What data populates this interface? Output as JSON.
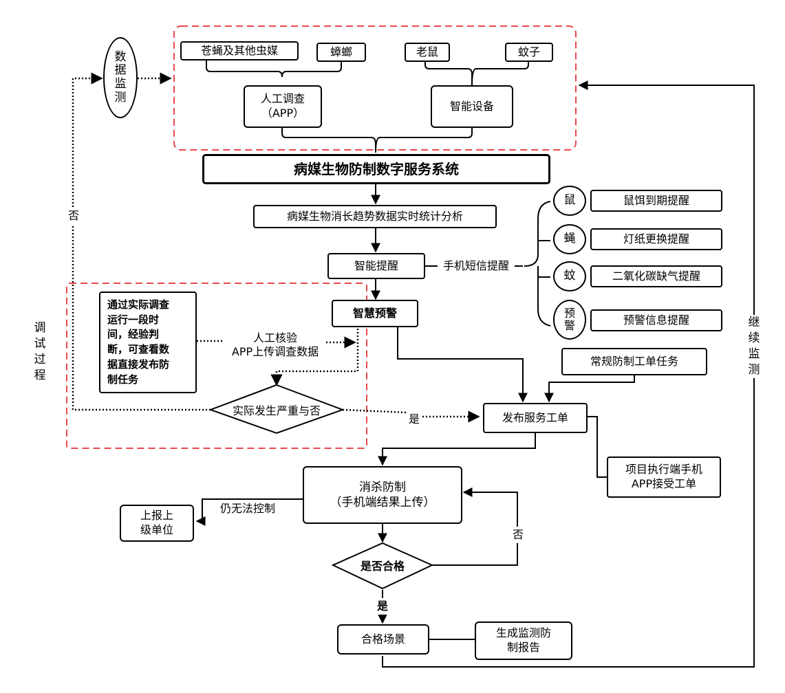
{
  "inputs": {
    "flies": "苍蝇及其他虫媒",
    "cockroach": "蟑螂",
    "rats": "老鼠",
    "mosquito": "蚊子",
    "manual_survey": "人工调查\n（APP）",
    "smart_device": "智能设备"
  },
  "data_monitoring": "数\n据\n监\n测",
  "system_title": "病媒生物防制数字服务系统",
  "stats_analysis": "病媒生物消长趋势数据实时统计分析",
  "smart_reminder": "智能提醒",
  "sms_reminder": "手机短信提醒",
  "reminders": [
    {
      "icon": "鼠",
      "label": "鼠饵到期提醒"
    },
    {
      "icon": "蝇",
      "label": "灯纸更换提醒"
    },
    {
      "icon": "蚊",
      "label": "二氧化碳缺气提醒"
    },
    {
      "icon": "预\n警",
      "label": "预警信息提醒"
    }
  ],
  "smart_warning": "智慧预警",
  "debug_note": "通过实际调查\n运行一段时\n间，经验判\n断，可查看数\n据直接发布防\n制任务",
  "manual_verify": "人工核验\nAPP上传调查数据",
  "serious_decision": "实际发生严重与否",
  "debug_process": "调\n试\n过\n程",
  "no_label_left": "否",
  "yes_label_issue": "是",
  "routine_task": "常规防制工单任务",
  "issue_order": "发布服务工单",
  "executor_app": "项目执行端手机\nAPP接受工单",
  "elimination": "消杀防制\n（手机端结果上传）",
  "still_uncontrolled": "仍无法控制",
  "report_superior": "上报上\n级单位",
  "qualified_decision": "是否合格",
  "no_label_retry": "否",
  "yes_label_qualified": "是",
  "qualified_scene": "合格场景",
  "generate_report": "生成监测防\n制报告",
  "continue_monitoring": "继\n续\n监\n测",
  "colors": {
    "dashed_region": "#e8474b",
    "line": "#000000"
  }
}
